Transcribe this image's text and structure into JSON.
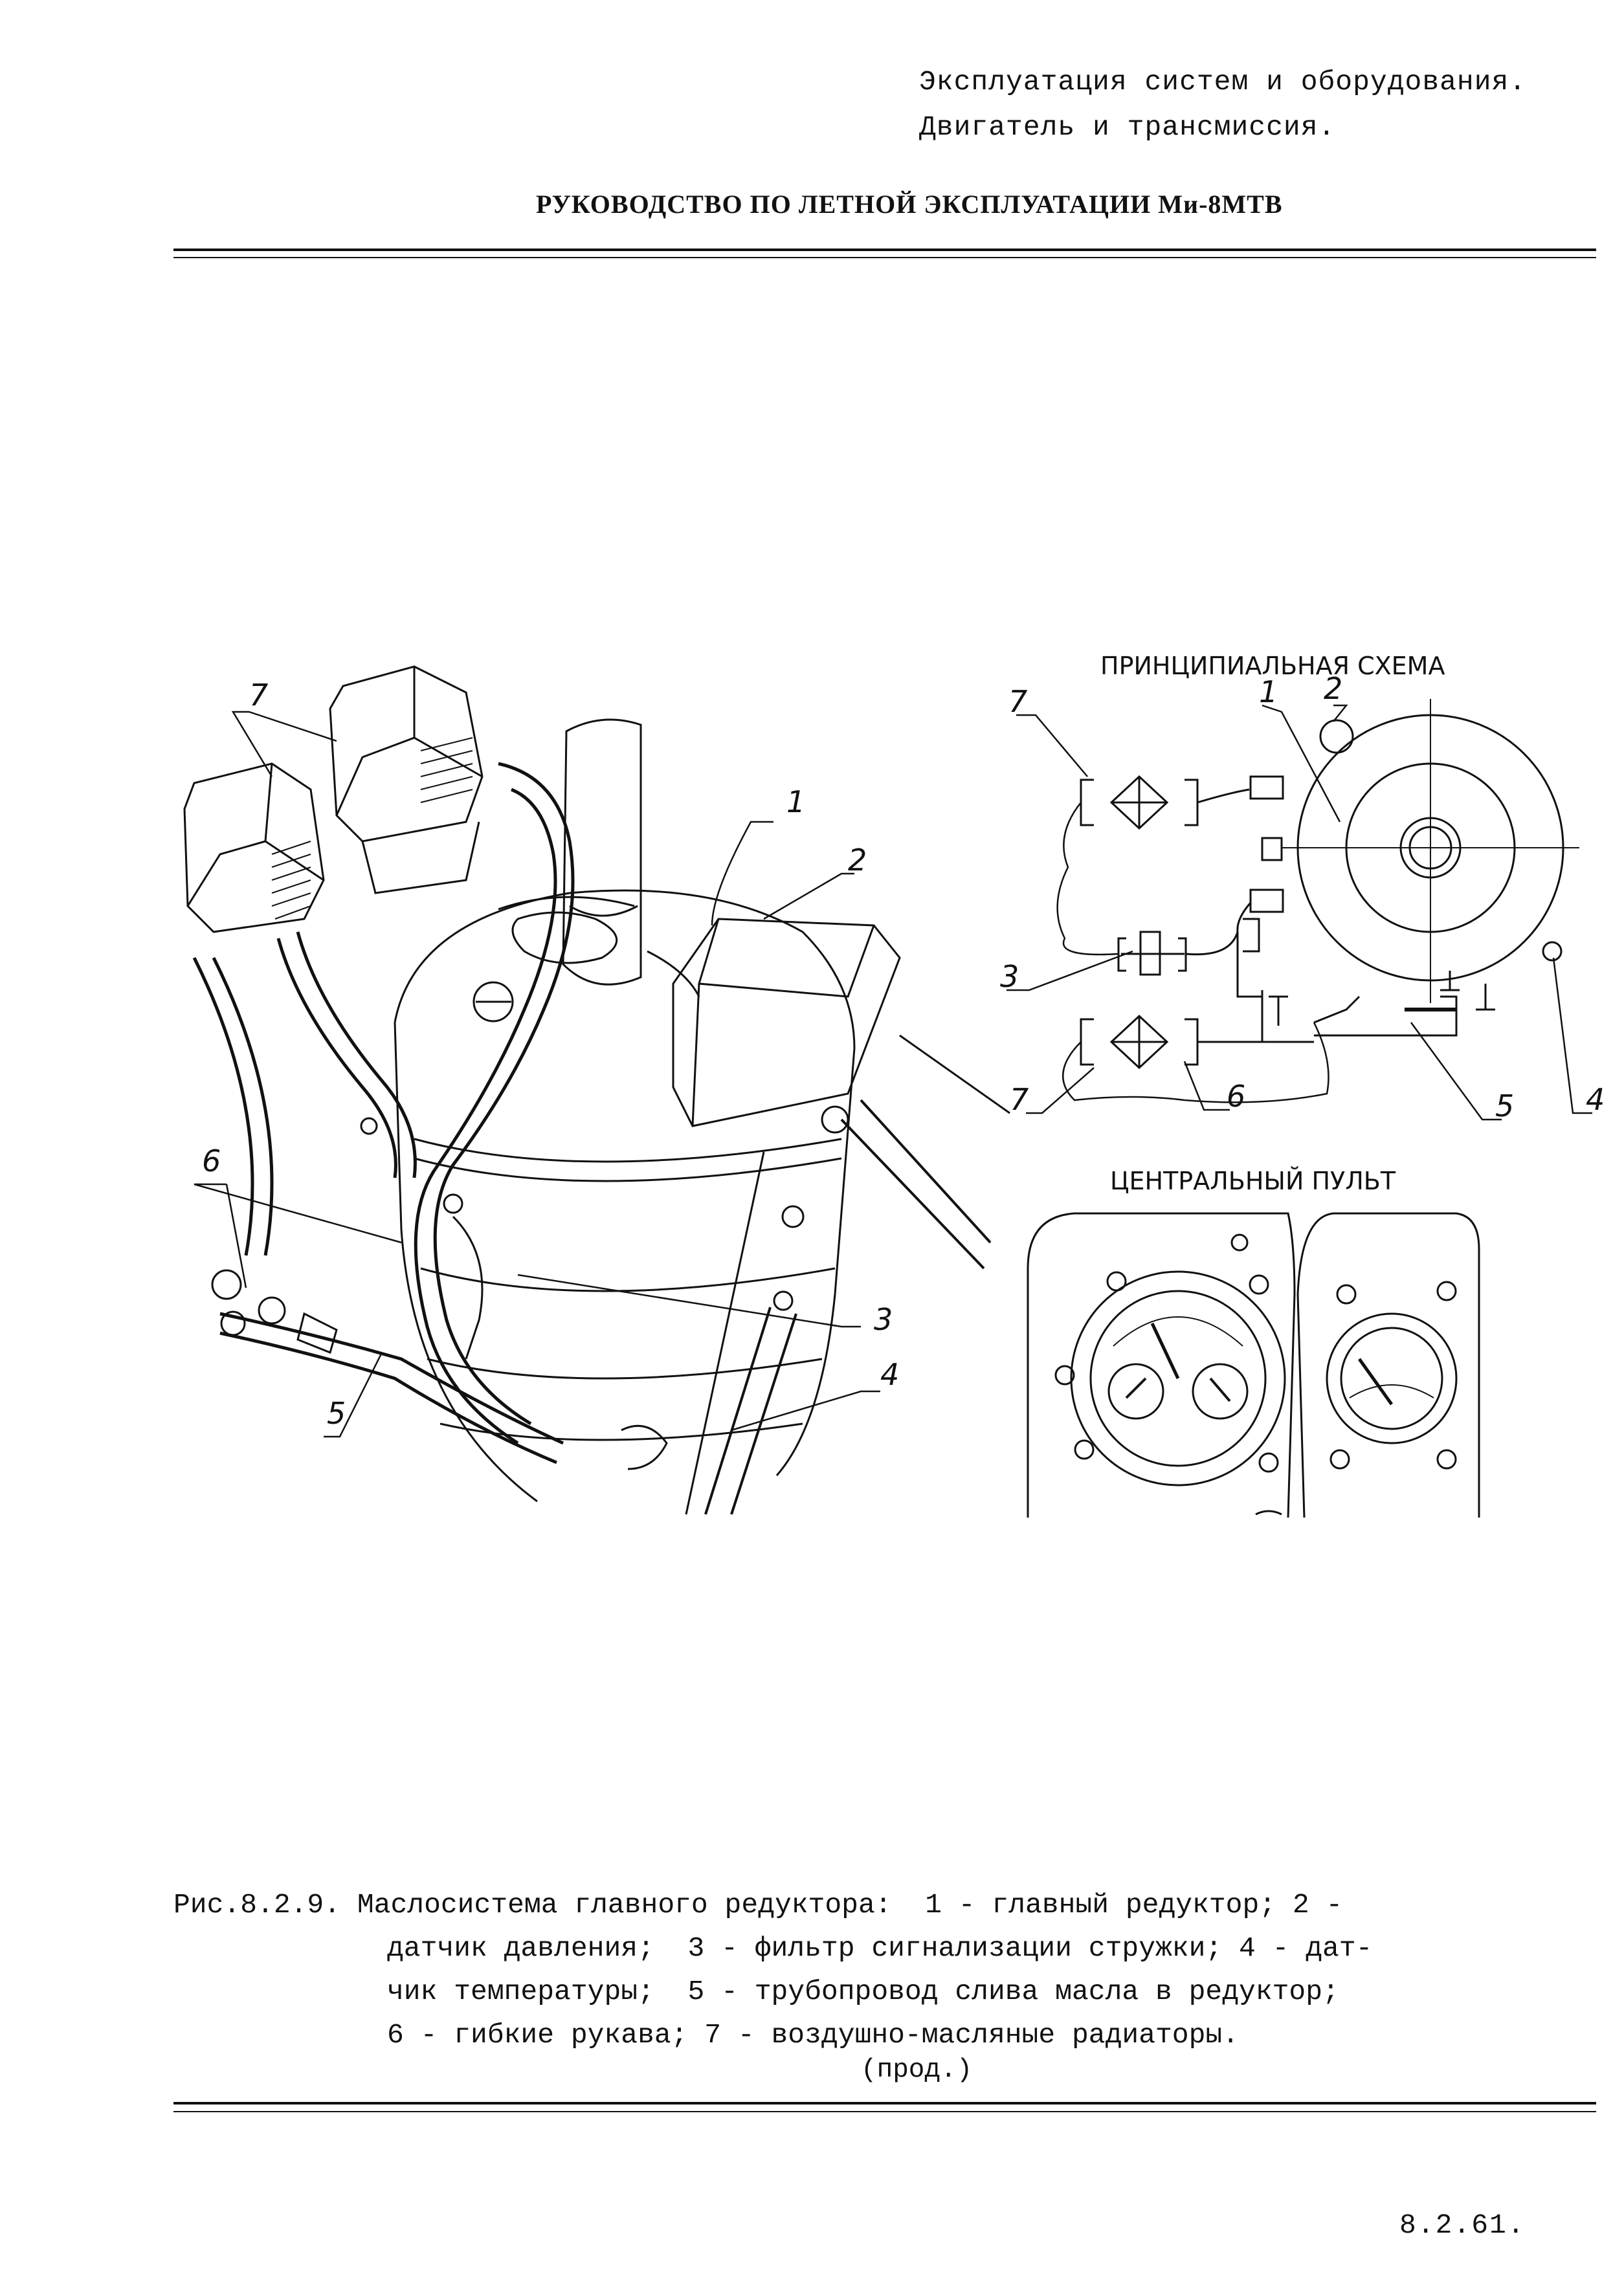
{
  "header": {
    "section_line1": "Эксплуатация систем и оборудования.",
    "section_line2": "Двигатель и трансмиссия.",
    "doc_title": "РУКОВОДСТВО ПО ЛЕТНОЙ ЭКСПЛУАТАЦИИ Ми-8МТВ"
  },
  "figure": {
    "schematic_title": "ПРИНЦИПИАЛЬНАЯ  СХЕМА",
    "panel_title": "ЦЕНТРАЛЬНЫЙ  ПУЛЬТ",
    "callouts_left": [
      "7",
      "1",
      "2",
      "6",
      "3",
      "5",
      "4"
    ],
    "callouts_right": [
      "7",
      "1",
      "2",
      "3",
      "7",
      "6",
      "5",
      "4"
    ]
  },
  "caption": {
    "line1": "Рис.8.2.9. Маслосистема главного редуктора:  1 - главный редуктор; 2 -",
    "line2": "датчик давления;  3 - фильтр сигнализации стружки; 4 - дат-",
    "line3": "чик температуры;  5 - трубопровод слива масла в редуктор;",
    "line4": "6 - гибкие рукава; 7 - воздушно-масляные радиаторы.",
    "continued": "(прод.)"
  },
  "page_number": "8.2.61."
}
